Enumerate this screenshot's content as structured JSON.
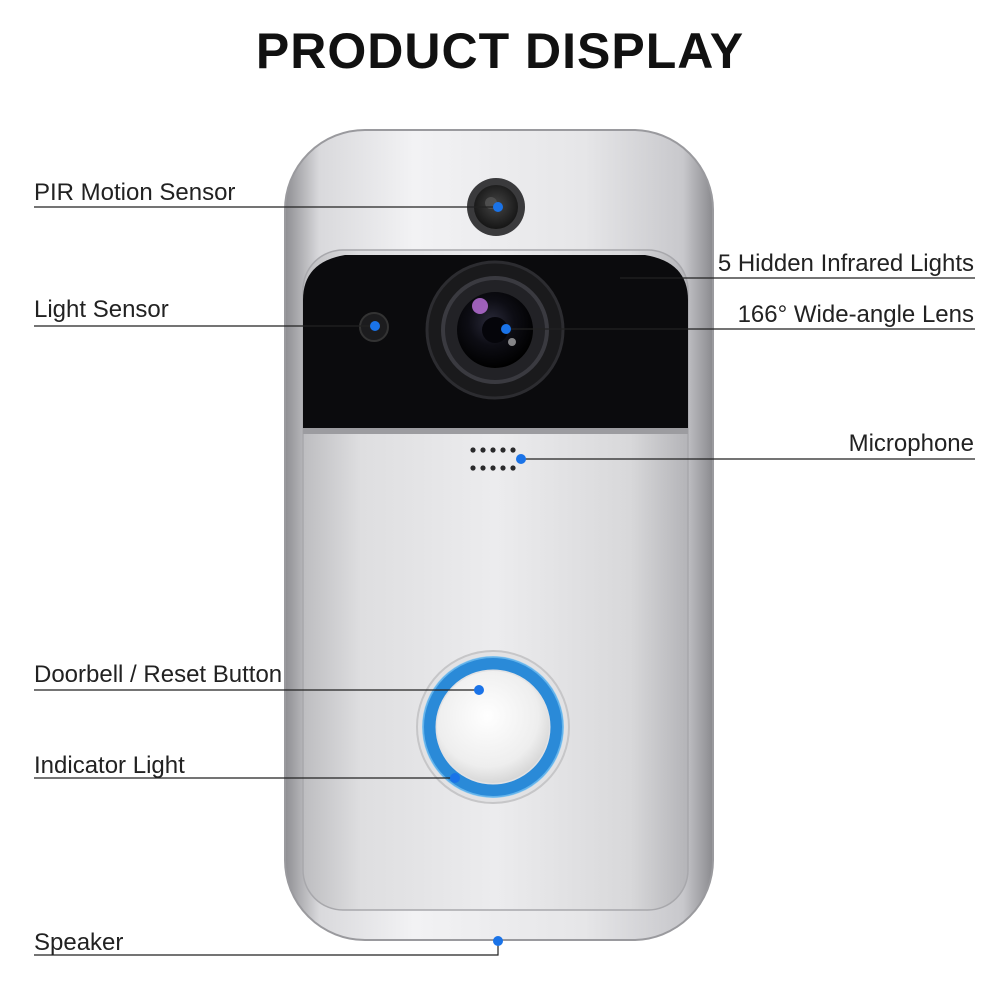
{
  "title": "PRODUCT DISPLAY",
  "accent_color": "#1a73e8",
  "ring_color": "#2a8ad8",
  "callouts": {
    "pir": "PIR Motion Sensor",
    "light_sensor": "Light Sensor",
    "infrared": "5 Hidden Infrared Lights",
    "lens": "166° Wide-angle Lens",
    "microphone": "Microphone",
    "button": "Doorbell / Reset Button",
    "indicator": "Indicator Light",
    "speaker": "Speaker"
  }
}
